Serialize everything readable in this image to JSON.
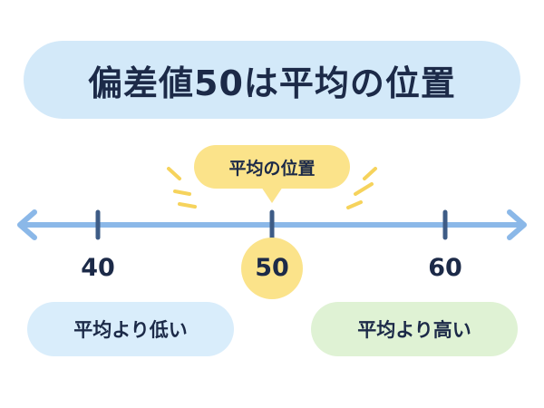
{
  "title": "偏差値50は平均の位置",
  "callout_label": "平均の位置",
  "scale": {
    "ticks": [
      "40",
      "50",
      "60"
    ],
    "highlighted": "50"
  },
  "labels": {
    "below_average": "平均より低い",
    "above_average": "平均より高い"
  },
  "colors": {
    "title_bg": "#d3e9f9",
    "axis": "#8bb8e8",
    "tick": "#3e5c86",
    "highlight": "#fbe38a",
    "low_bg": "#d9edfb",
    "high_bg": "#dff2d4",
    "text": "#1c2a48"
  }
}
